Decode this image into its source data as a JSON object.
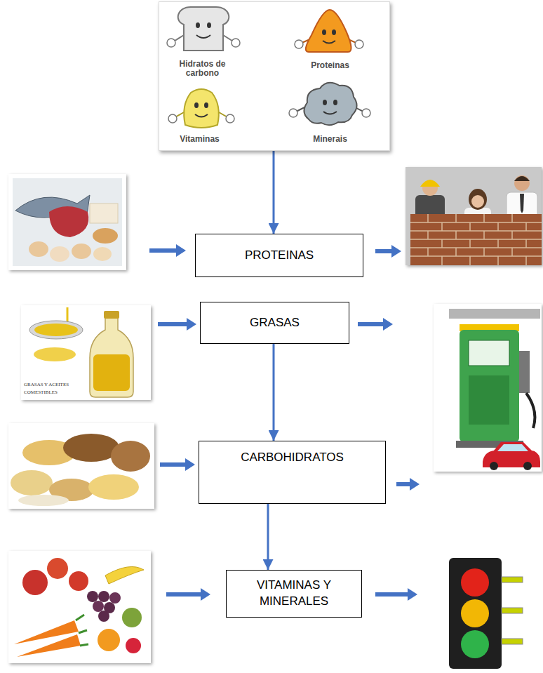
{
  "diagram": {
    "nodes": [
      {
        "text": [
          "Hidratos de carbono",
          "Proteinas",
          "Vitaminas",
          "Minerais"
        ]
      },
      {
        "text": [
          "PROTEINAS"
        ]
      },
      {
        "text": [
          "GRASAS"
        ]
      },
      {
        "text": [
          "CARBOHIDRATOS"
        ]
      },
      {
        "text": [
          "VITAMINAS Y MINERALES"
        ]
      }
    ],
    "edges": [
      {
        "from": 0,
        "to": 1,
        "arrow": "to"
      },
      {
        "from": 2,
        "to": 3,
        "arrow": "to"
      },
      {
        "from": 3,
        "to": 4,
        "arrow": "to"
      }
    ],
    "labels": [
      "GRASAS Y ACEITES COMESTIBLES"
    ]
  }
}
